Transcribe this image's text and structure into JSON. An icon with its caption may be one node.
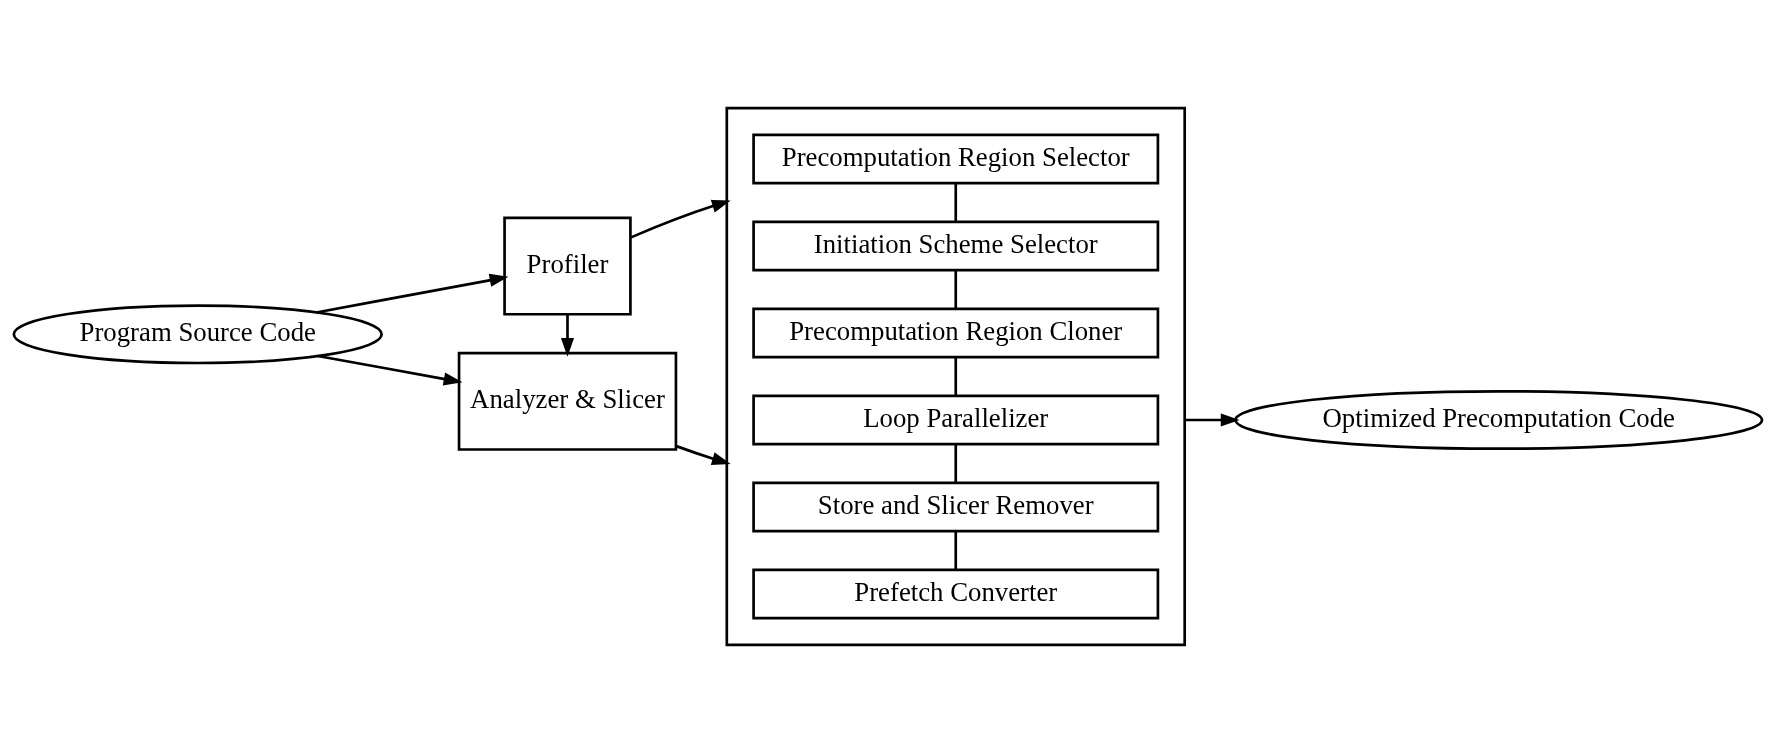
{
  "diagram": {
    "nodes": [
      {
        "text": [
          "Program Source Code"
        ]
      },
      {
        "text": [
          "Profiler"
        ]
      },
      {
        "text": [
          "Analyzer & Slicer"
        ]
      },
      {
        "text": [],
        "shape": "box"
      },
      {
        "text": [
          "Precomputation Region Selector"
        ],
        "in": 3
      },
      {
        "text": [
          "Initiation Scheme Selector"
        ],
        "in": 3
      },
      {
        "text": [
          "Precomputation Region Cloner"
        ],
        "in": 3
      },
      {
        "text": [
          "Loop Parallelizer"
        ],
        "in": 3
      },
      {
        "text": [
          "Store and Slicer Remover"
        ],
        "in": 3
      },
      {
        "text": [
          "Prefetch Converter"
        ],
        "in": 3
      },
      {
        "text": [
          "Optimized Precomputation Code"
        ]
      }
    ],
    "edges": [
      {
        "from": 0,
        "to": 1,
        "arrow": "to"
      },
      {
        "from": 0,
        "to": 2,
        "arrow": "to"
      },
      {
        "from": 1,
        "to": 2,
        "arrow": "to"
      },
      {
        "from": 1,
        "to": 3,
        "arrow": "to"
      },
      {
        "from": 2,
        "to": 3,
        "arrow": "to"
      },
      {
        "from": 4,
        "to": 5,
        "arrow": "none"
      },
      {
        "from": 5,
        "to": 6,
        "arrow": "none"
      },
      {
        "from": 6,
        "to": 7,
        "arrow": "none"
      },
      {
        "from": 7,
        "to": 8,
        "arrow": "none"
      },
      {
        "from": 8,
        "to": 9,
        "arrow": "none"
      },
      {
        "from": 3,
        "to": 10,
        "arrow": "to"
      }
    ]
  }
}
